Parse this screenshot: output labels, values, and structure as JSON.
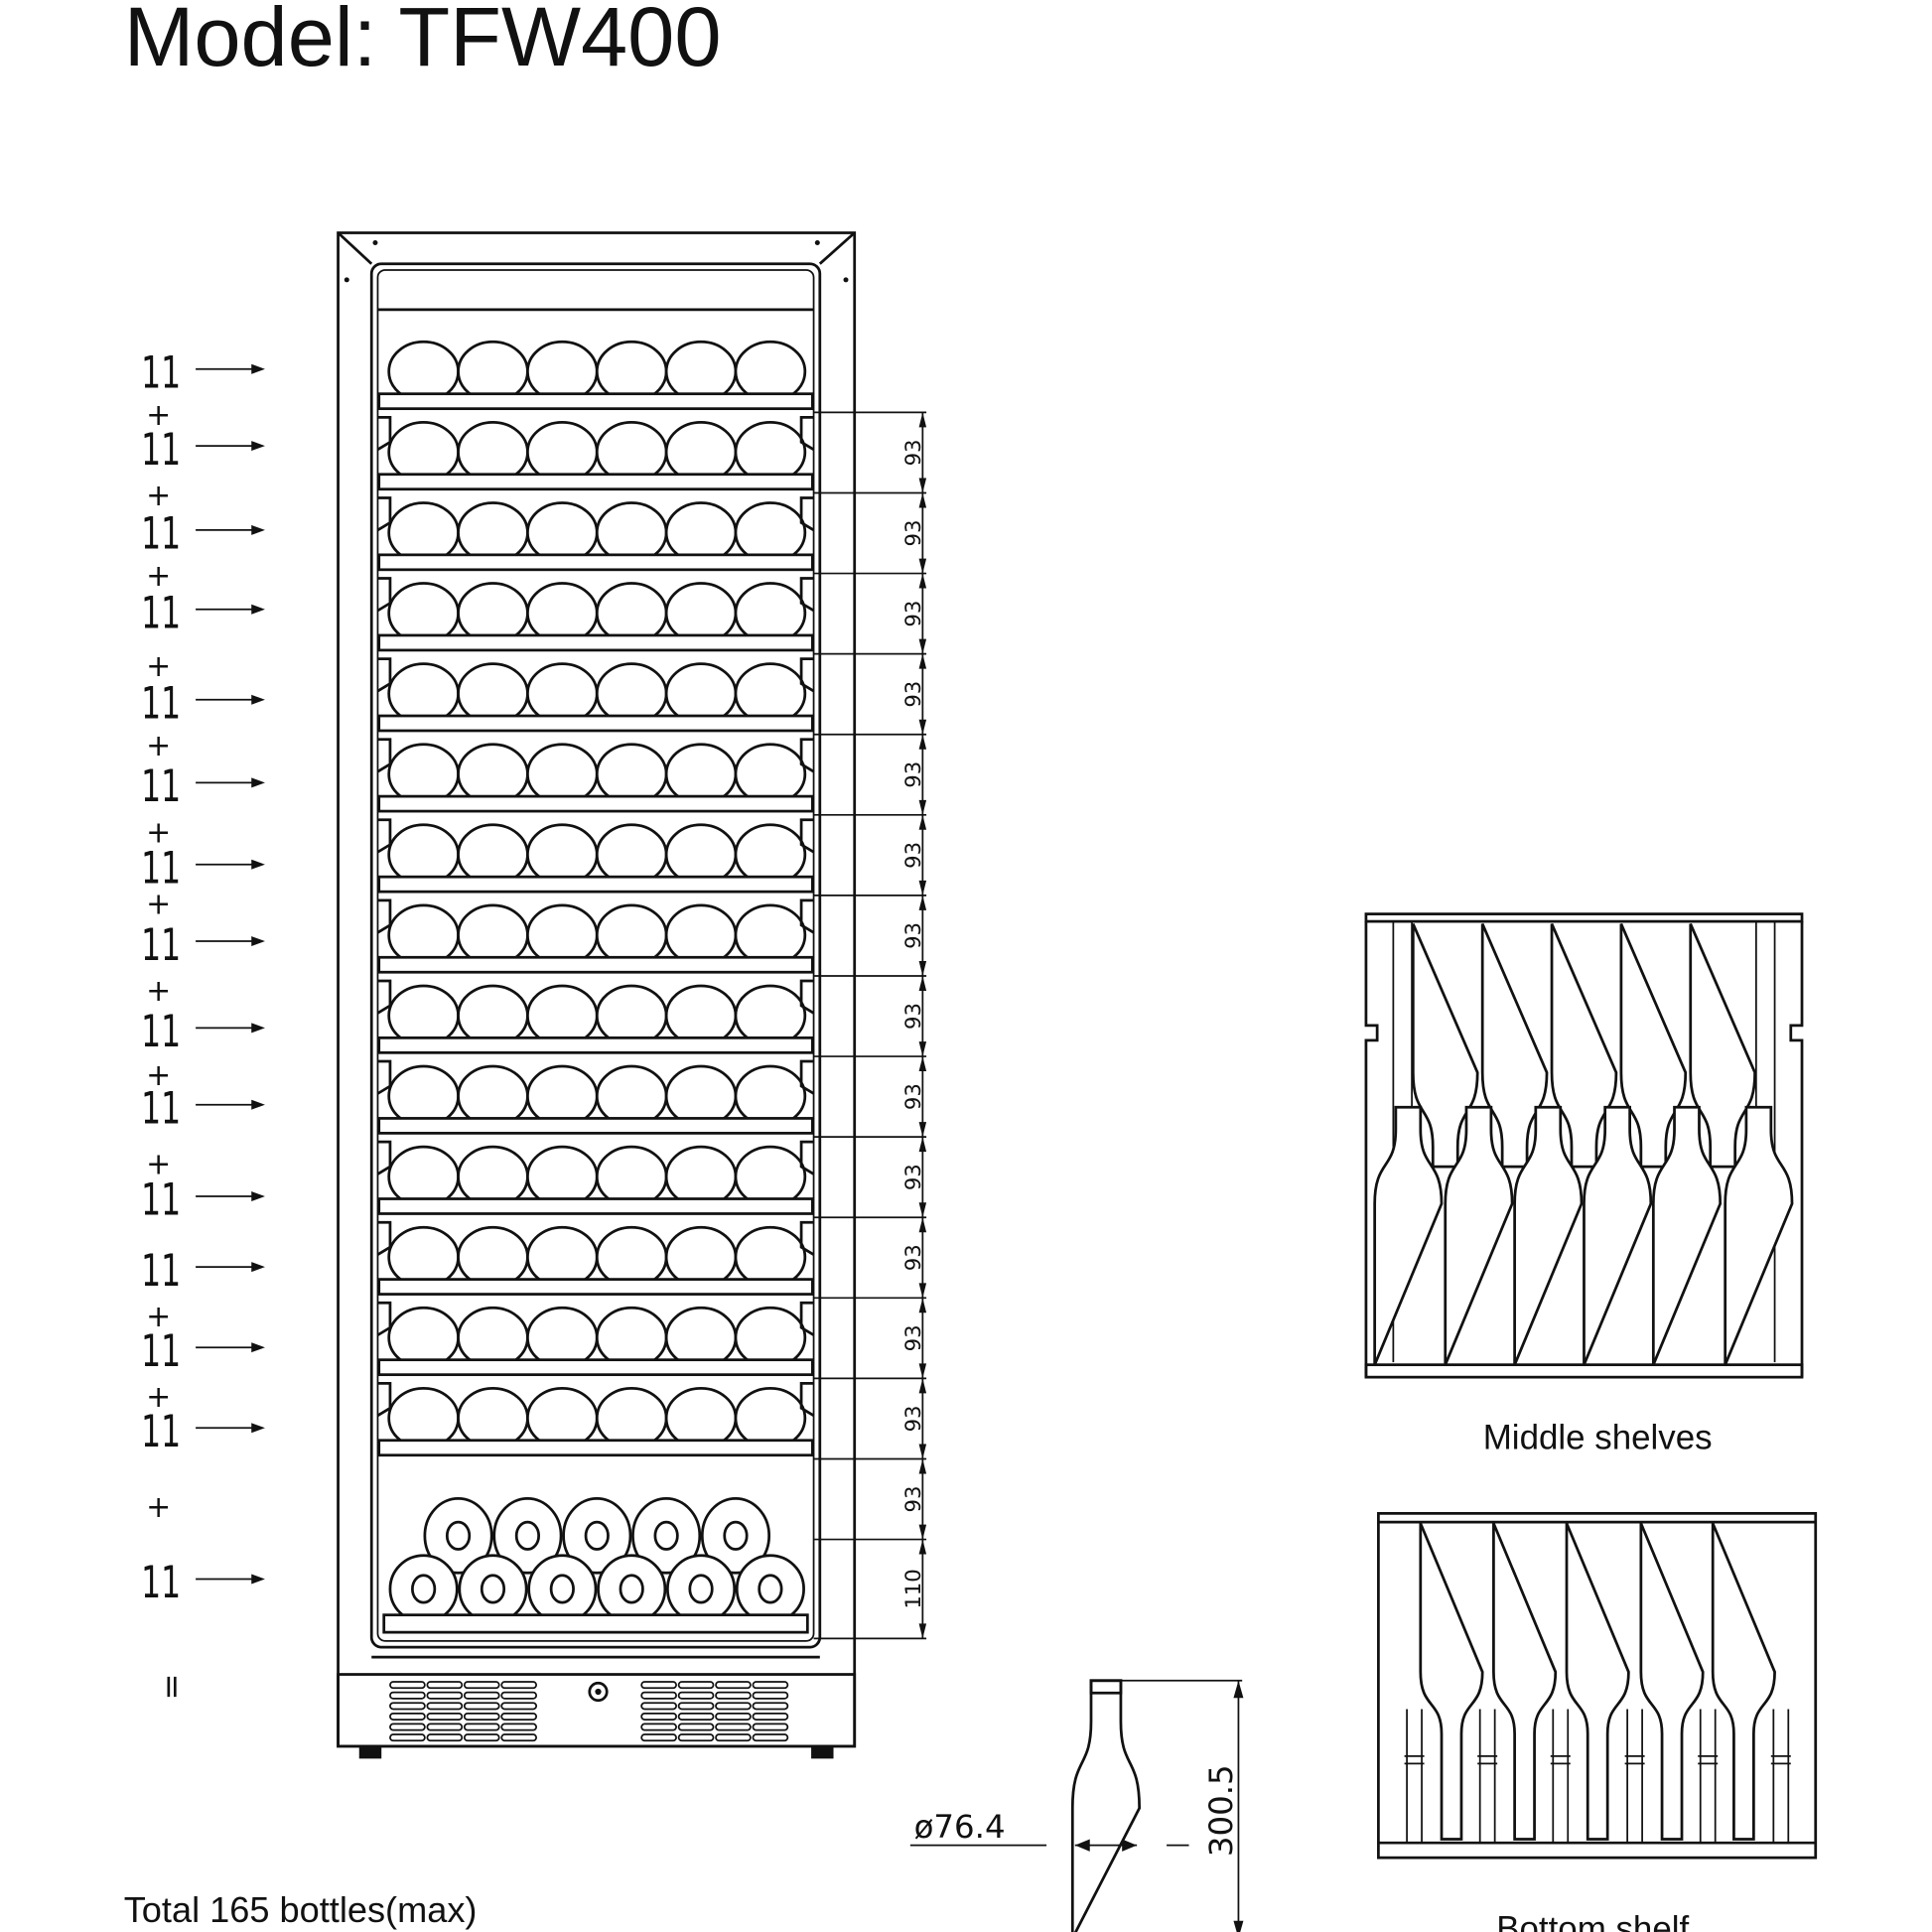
{
  "title": "Model: TFW400",
  "total_label": "Total 165 bottles(max)",
  "capacity": {
    "rows": [
      "11",
      "11",
      "11",
      "11",
      "11",
      "11",
      "11",
      "11",
      "11",
      "11",
      "11",
      "11",
      "11",
      "11",
      "11"
    ],
    "plus": "+",
    "equals": "="
  },
  "shelf_spacing": [
    "93",
    "93",
    "93",
    "93",
    "93",
    "93",
    "93",
    "93",
    "93",
    "93",
    "93",
    "93",
    "93",
    "93",
    "110"
  ],
  "bottle": {
    "diameter_label": "ø76.4",
    "height_label": "300.5"
  },
  "middle_shelves_label": "Middle shelves",
  "bottom_shelf_label": "Bottom shelf",
  "colors": {
    "line": "#111111",
    "background": "#ffffff"
  }
}
